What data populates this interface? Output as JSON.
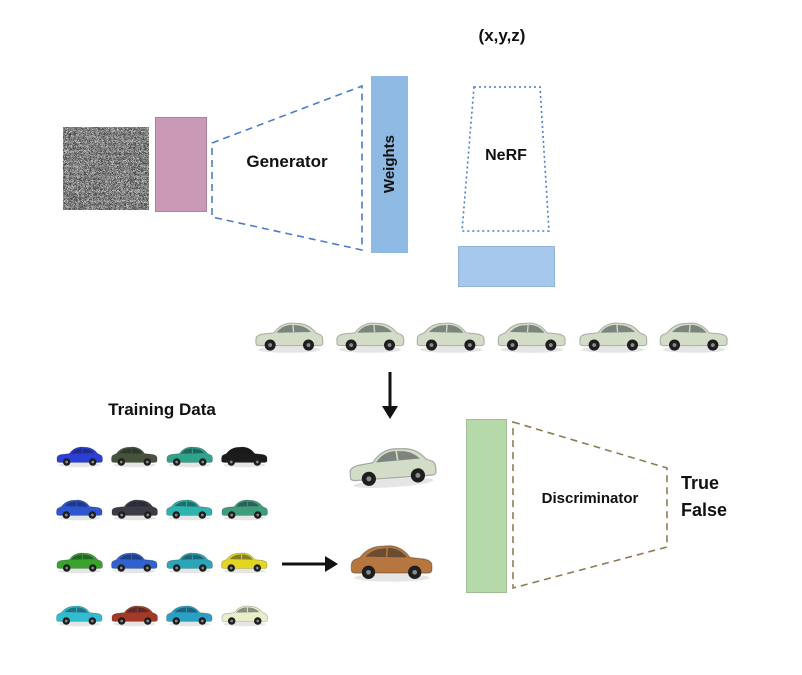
{
  "labels": {
    "xyz": "(x,y,z)",
    "generator": "Generator",
    "weights": "Weights",
    "nerf": "NeRF",
    "training_data": "Training Data",
    "discriminator": "Discriminator",
    "true_label": "True",
    "false_label": "False"
  },
  "colors": {
    "latent_block": "#c999b6",
    "weights_block": "#8db9e2",
    "nerf_output_block": "#a6c8ec",
    "generator_outline": "#4a7dc9",
    "nerf_outline": "#4a7dc9",
    "discriminator_block": "#b5d9a8",
    "discriminator_outline": "#8d7d52",
    "arrow": "#111111",
    "text": "#111111"
  },
  "rendered_views": {
    "count": 6,
    "cars": [
      {
        "color": "#d3dcc7",
        "flip": false
      },
      {
        "color": "#d3dcc7",
        "flip": false
      },
      {
        "color": "#d3dcc7",
        "flip": true
      },
      {
        "color": "#d3dcc7",
        "flip": true
      },
      {
        "color": "#d3dcc7",
        "flip": false
      },
      {
        "color": "#d3dcc7",
        "flip": true
      }
    ]
  },
  "training_grid": {
    "rows": 4,
    "cols": 4,
    "cars": [
      {
        "color": "#2b3fd6",
        "flip": false
      },
      {
        "color": "#47523a",
        "flip": true
      },
      {
        "color": "#2fa38c",
        "flip": false
      },
      {
        "color": "#1c1c1c",
        "flip": true
      },
      {
        "color": "#2f55cf",
        "flip": true
      },
      {
        "color": "#3c3c46",
        "flip": false
      },
      {
        "color": "#2fb3ad",
        "flip": true
      },
      {
        "color": "#3f9d7d",
        "flip": false
      },
      {
        "color": "#3aa32e",
        "flip": false
      },
      {
        "color": "#2f62cf",
        "flip": true
      },
      {
        "color": "#2aa6b8",
        "flip": false
      },
      {
        "color": "#e3d61f",
        "flip": true
      },
      {
        "color": "#33bcd0",
        "flip": true
      },
      {
        "color": "#a33a28",
        "flip": false
      },
      {
        "color": "#2aa0c4",
        "flip": true
      },
      {
        "color": "#e9eec9",
        "flip": false
      }
    ]
  },
  "samples": {
    "generated_car": {
      "color": "#d3dcc7",
      "flip": false
    },
    "real_car": {
      "color": "#b5773f",
      "flip": true
    }
  }
}
